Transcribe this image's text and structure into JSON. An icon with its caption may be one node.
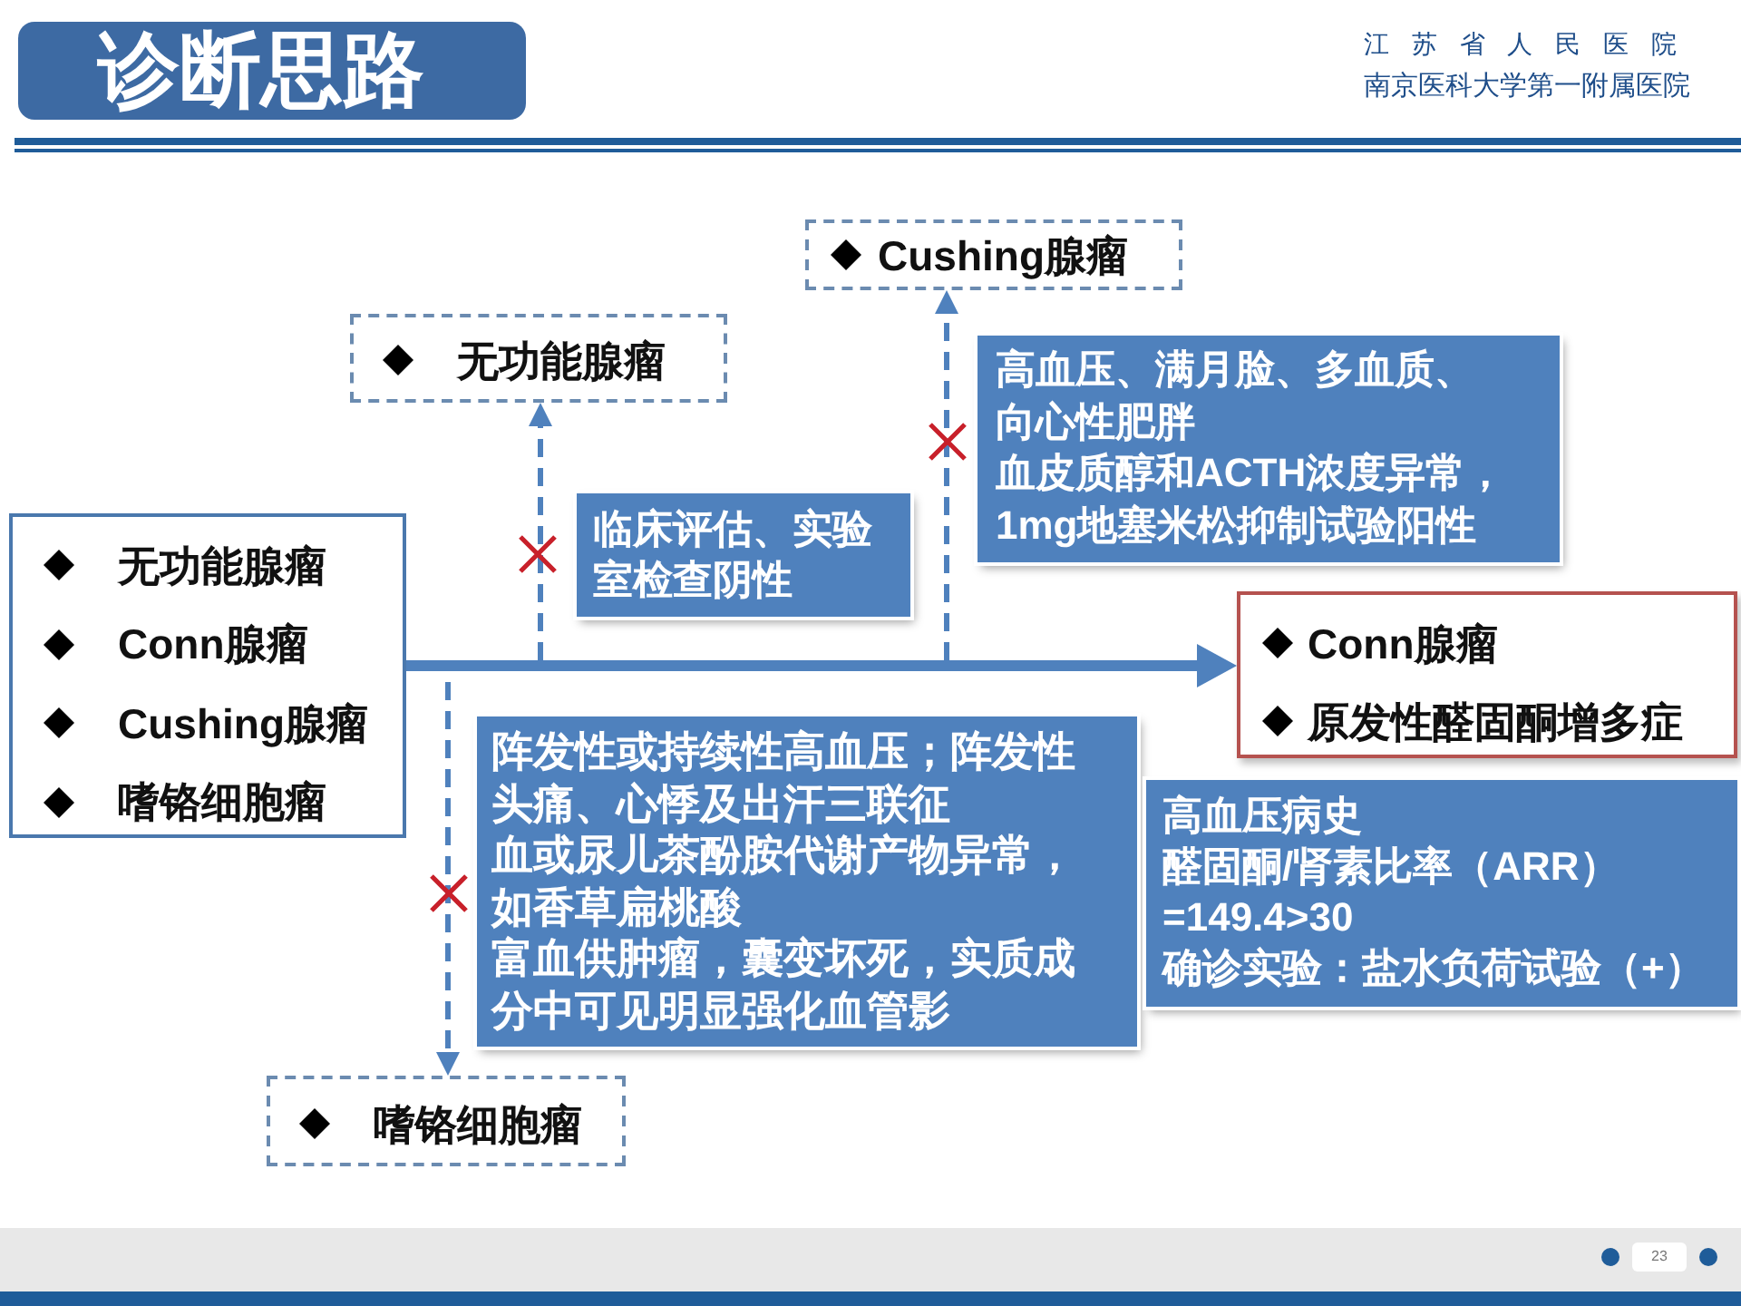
{
  "diagram": {
    "title": "诊断思路",
    "nodes": [
      {
        "text": [
          "无功能腺瘤",
          "Conn腺瘤",
          "Cushing腺瘤",
          "嗜铬细胞瘤"
        ]
      },
      {
        "text": [
          "无功能腺瘤"
        ]
      },
      {
        "text": [
          "Cushing腺瘤"
        ]
      },
      {
        "text": [
          "嗜铬细胞瘤"
        ]
      },
      {
        "text": [
          "Conn腺瘤",
          "原发性醛固酮增多症"
        ]
      },
      {
        "text": [
          "临床评估、实验室检查阴性"
        ]
      },
      {
        "text": [
          "高血压、满月脸、多血质、向心性肥胖",
          "血皮质醇和ACTH浓度异常，1mg地塞米松抑制试验阳性"
        ]
      },
      {
        "text": [
          "阵发性或持续性高血压；阵发性头痛、心悸及出汗三联征",
          "血或尿儿茶酚胺代谢产物异常，如香草扁桃酸",
          "富血供肿瘤，囊变坏死，实质成分中可见明显强化血管影"
        ]
      },
      {
        "text": [
          "高血压病史",
          "醛固酮/肾素比率（ARR）=149.4>30",
          "确诊实验：盐水负荷试验（+）"
        ]
      }
    ],
    "edges": [
      {
        "from": 0,
        "to": 4,
        "arrow": "to",
        "style": "thick"
      },
      {
        "from": null,
        "to": 1,
        "arrow": "to",
        "style": "dashed"
      },
      {
        "from": null,
        "to": 2,
        "arrow": "to",
        "style": "dashed"
      },
      {
        "from": null,
        "to": 3,
        "arrow": "to",
        "style": "dashed"
      }
    ],
    "labels": [
      "江苏省人民医院",
      "南京医科大学第一附属医院",
      "23"
    ]
  }
}
